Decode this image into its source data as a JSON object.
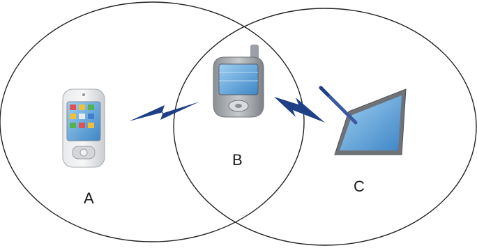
{
  "nodes": {
    "a": {
      "label": "A",
      "icon": "pda-phone-icon"
    },
    "b": {
      "label": "B",
      "icon": "smartphone-icon"
    },
    "c": {
      "label": "C",
      "icon": "tablet-stylus-icon"
    }
  },
  "links": [
    {
      "from": "A",
      "to": "B",
      "icon": "wireless-link-icon"
    },
    {
      "from": "B",
      "to": "C",
      "icon": "wireless-link-icon"
    }
  ],
  "colors": {
    "circle_stroke": "#222222",
    "link_blue": "#1f3f86",
    "screen_blue": "#5aa0d8",
    "device_gray": "#b9bcc0"
  }
}
